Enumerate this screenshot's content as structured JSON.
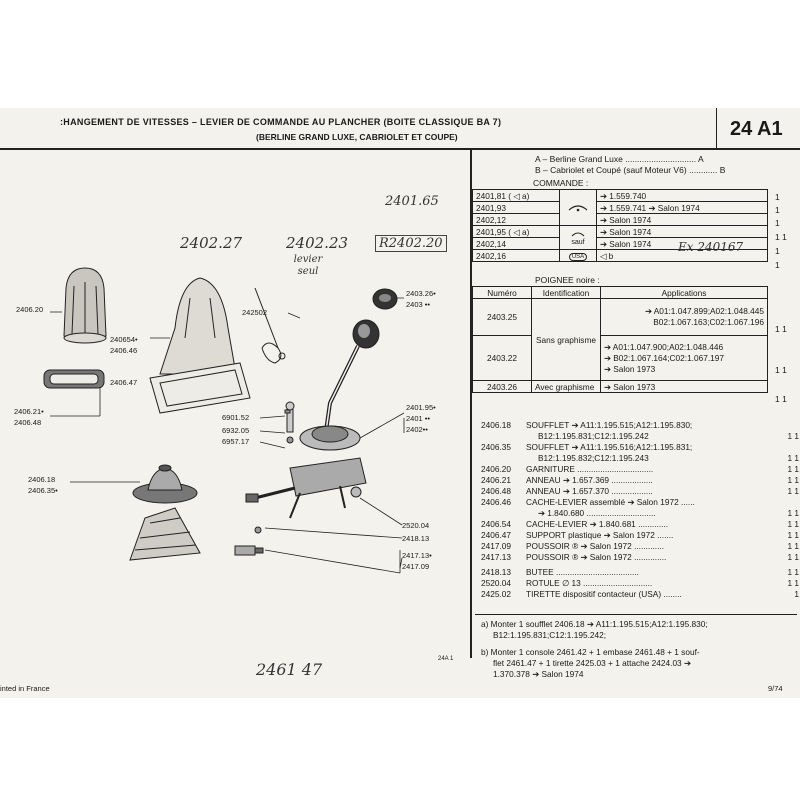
{
  "header": {
    "title_line1": ":HANGEMENT DE VITESSES – LEVIER DE COMMANDE AU PLANCHER (BOITE CLASSIQUE BA 7)",
    "title_line2": "(BERLINE GRAND LUXE, CABRIOLET ET COUPE)",
    "page_id": "24 A1"
  },
  "versions": {
    "a": "A – Berline Grand Luxe .............................. A",
    "b": "B – Cabriolet et Coupé (sauf Moteur V6) ............ B"
  },
  "commande": {
    "heading": "COMMANDE :",
    "rows": [
      {
        "ref": "2401,81 ( ◁ a)",
        "app": "➔ 1.559.740",
        "qty": "1"
      },
      {
        "ref": "2401,93",
        "app": "➔ 1.559.741 ➔ Salon 1974",
        "qty": "1"
      },
      {
        "ref": "2402,12",
        "app": "➔ Salon 1974",
        "qty": "1"
      },
      {
        "ref": "2401,95 ( ◁ a)",
        "app": "➔ Salon 1974",
        "qty": "1 1"
      },
      {
        "ref": "2402,14",
        "app": "➔ Salon 1974",
        "qty": "1"
      },
      {
        "ref": "2402,16",
        "app": "◁ b",
        "qty": "1"
      }
    ],
    "usa": "USA",
    "sauf": "sauf"
  },
  "poignee": {
    "heading": "POIGNEE noire :",
    "col_numero": "Numéro",
    "col_ident": "Identification",
    "col_app": "Applications",
    "sans_graphisme": "Sans graphisme",
    "avec_graphisme": "Avec graphisme",
    "r1_num": "2403.25",
    "r1_app1": "➔ A01:1.047.899;A02:1.048.445",
    "r1_app2": "B02:1.067.163;C02:1.067.196",
    "r2_num": "2403.22",
    "r2_app1": "➔ A01:1.047.900;A02:1.048.446",
    "r2_app2": "➔ B02:1.067.164;C02:1.067.197",
    "r2_app3": "➔ Salon 1973",
    "r3_num": "2403.26",
    "r3_app": "➔ Salon 1973",
    "qty1": "1 1",
    "qty2": "1 1",
    "qty3": "1 1"
  },
  "parts": [
    {
      "num": "2406.18",
      "text": "SOUFFLET ➔ A11:1.195.515;A12:1.195.830;",
      "qty": ""
    },
    {
      "num": "",
      "text": "B12:1.195.831;C12:1.195.242",
      "qty": "1 1"
    },
    {
      "num": "2406.35",
      "text": "SOUFFLET ➔ A11:1.195.516;A12:1.195.831;",
      "qty": ""
    },
    {
      "num": "",
      "text": "B12:1.195.832;C12:1.195.243",
      "qty": "1 1"
    },
    {
      "num": "2406.20",
      "text": "GARNITURE .................................",
      "qty": "1 1"
    },
    {
      "num": "2406.21",
      "text": "ANNEAU ➔ 1.657.369 ..................",
      "qty": "1 1"
    },
    {
      "num": "2406.48",
      "text": "ANNEAU ➔ 1.657.370 ..................",
      "qty": "1 1"
    },
    {
      "num": "2406.46",
      "text": "CACHE-LEVIER assemblé ➔ Salon 1972 ......",
      "qty": ""
    },
    {
      "num": "",
      "text": "➔ 1.840.680 ..............................",
      "qty": "1 1"
    },
    {
      "num": "2406.54",
      "text": "CACHE-LEVIER ➔ 1.840.681 .............",
      "qty": "1 1"
    },
    {
      "num": "2406.47",
      "text": "SUPPORT plastique ➔ Salon 1972 .......",
      "qty": "1 1"
    },
    {
      "num": "2417.09",
      "text": "POUSSOIR ® ➔ Salon 1972 .............",
      "qty": "1 1"
    },
    {
      "num": "2417.13",
      "text": "POUSSOIR ® ➔ Salon 1972 ..............",
      "qty": "1 1"
    },
    {
      "num": "2418.13",
      "text": "BUTEE ....................................",
      "qty": "1 1"
    },
    {
      "num": "2520.04",
      "text": "ROTULE ∅ 13 ..............................",
      "qty": "1 1"
    },
    {
      "num": "2425.02",
      "text": "TIRETTE dispositif contacteur (USA) ........",
      "qty": "1"
    }
  ],
  "notes": {
    "a1": "a) Monter 1 soufflet 2406.18 ➔ A11:1.195.515;A12:1.195.830;",
    "a2": "B12:1.195.831;C12:1.195.242;",
    "b1": "b) Monter 1 console 2461.42 + 1 embase 2461.48 + 1 souf-",
    "b2": "flet 2461.47 + 1 tirette 2425.03 + 1 attache 2424.03 ➔",
    "b3": "1.370.378 ➔ Salon 1974"
  },
  "diagram_labels": {
    "l1": "2406.20",
    "l2": "240654•",
    "l3": "2406.46",
    "l4": "242502",
    "l5": "2403.26•",
    "l6": "2403 ••",
    "l7": "2406.47",
    "l8": "2406.21•",
    "l9": "2406.48",
    "l10": "6901.52",
    "l11": "6932.05",
    "l12": "6957.17",
    "l13": "2401.95•",
    "l14": "2401 ••",
    "l15": "2402••",
    "l16": "2406.18",
    "l17": "2406.35•",
    "l18": "2520.04",
    "l19": "2418.13",
    "l20": "2417.13•",
    "l21": "2417.09",
    "fig": "24A 1"
  },
  "handwriting": {
    "h1": "2401.65",
    "h2": "2402.27",
    "h3": "2402.23",
    "h4": "levier seul",
    "h5": "R2402.20",
    "h6": "Ex 240167",
    "h7": "2461 47"
  },
  "footer": {
    "printed": "inted in France",
    "date": "9/74"
  }
}
